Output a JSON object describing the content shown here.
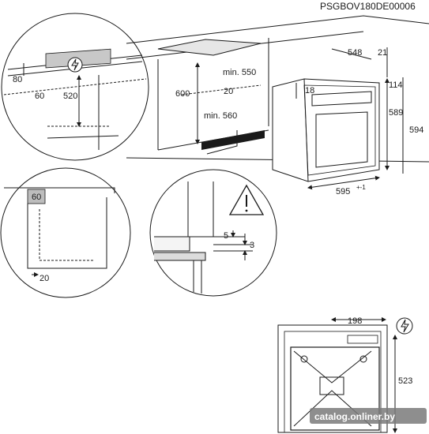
{
  "document_code": "PSGBOV180DE00006",
  "watermark": "catalog.onliner.by",
  "dimensions": {
    "top_left": {
      "d80": "80",
      "d60": "60",
      "d520": "520",
      "d600": "600",
      "d20": "20",
      "min550": "min. 550",
      "min560": "min. 560"
    },
    "oven": {
      "d548": "548",
      "d21": "21",
      "d18": "18",
      "d114": "114",
      "d589": "589",
      "d594": "594",
      "d595": "595",
      "d595_tol": "+-1"
    },
    "side_detail": {
      "d60": "60",
      "d20": "20"
    },
    "zoom_detail": {
      "d5": "5",
      "d3": "3"
    },
    "rear_view": {
      "d198": "198",
      "d523": "523"
    }
  },
  "colors": {
    "line": "#1a1a1a",
    "shade": "#c8c8c8",
    "accent_box": "#bdbdbd"
  },
  "icons": [
    "electrical-warning-icon",
    "warning-triangle-icon"
  ]
}
